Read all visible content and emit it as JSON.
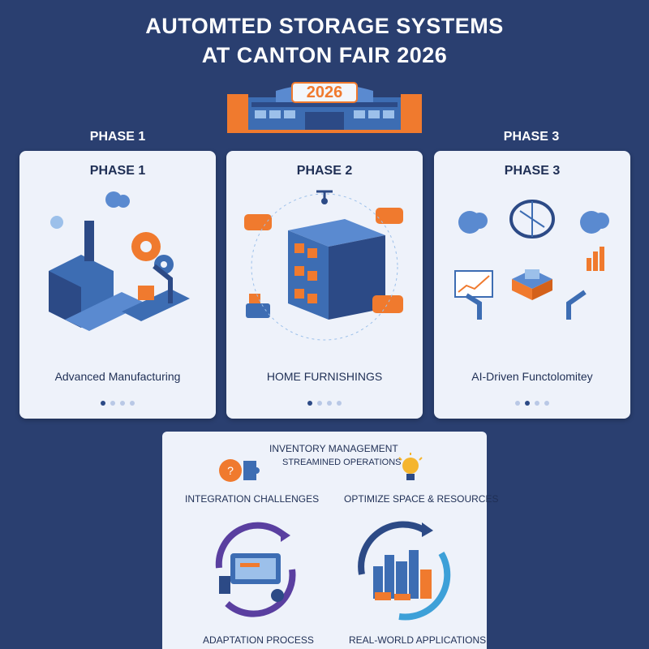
{
  "header": {
    "title_line1": "AUTOMTED STORAGE SYSTEMS",
    "title_line2": "AT CANTON FAIR 2026",
    "building_year": "2026"
  },
  "outer_labels": [
    "PHASE 1",
    "PHASE 3"
  ],
  "cards": [
    {
      "title": "PHASE 1",
      "label": "Advanced Manufacturing",
      "active_dot": 0,
      "illustration": "factory-robot-arm-icon"
    },
    {
      "title": "PHASE 2",
      "label": "HOME FURNISHINGS",
      "active_dot": 0,
      "illustration": "warehouse-furniture-icon"
    },
    {
      "title": "PHASE 3",
      "label": "AI-Driven Functolomitey",
      "active_dot": 1,
      "illustration": "ai-brain-chip-icon"
    }
  ],
  "bottom_panel": {
    "heading": "INVENTORY MANAGEMENT",
    "subheading": "STREAMINED OPERATIONS",
    "left_label": "INTEGRATION CHALLENGES",
    "right_label": "OPTIMIZE SPACE & RESOURCES",
    "bottom_left_label": "ADAPTATION PROCESS",
    "bottom_right_label": "REAL-WORLD APPLICATIONS",
    "icons": [
      "puzzle-brain-icon",
      "lightbulb-icon",
      "adaptation-cycle-icon",
      "city-cycle-icon"
    ]
  },
  "colors": {
    "background": "#2a3f70",
    "card": "#eef2fa",
    "accent_orange": "#f07a2e",
    "accent_blue": "#3d6db3",
    "text_dark": "#1f2f55"
  }
}
